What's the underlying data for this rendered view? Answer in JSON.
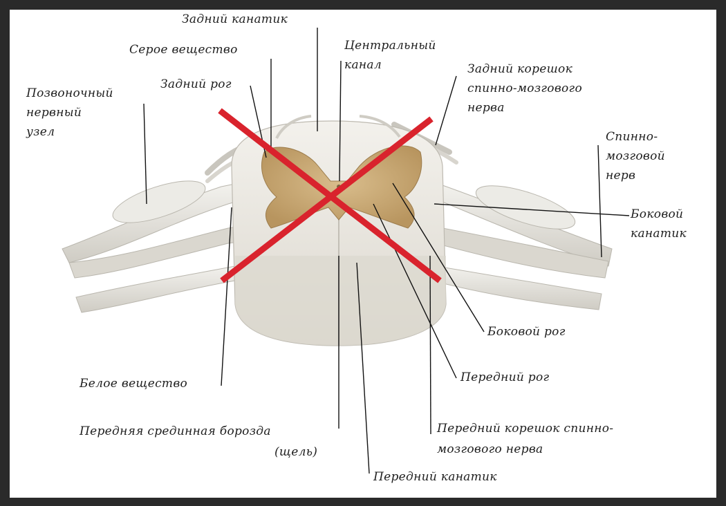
{
  "labels": {
    "posterior_funiculus": "Задний канатик",
    "gray_matter": "Серое вещество",
    "central_canal_l1": "Центральный",
    "central_canal_l2": "канал",
    "posterior_root_l1": "Задний корешок",
    "posterior_root_l2": "спинно-мозгового",
    "posterior_root_l3": "нерва",
    "posterior_horn": "Задний рог",
    "spinal_ganglion_l1": "Позвоночный",
    "spinal_ganglion_l2": "нервный",
    "spinal_ganglion_l3": "узел",
    "spinal_nerve_l1": "Спинно-",
    "spinal_nerve_l2": "мозговой",
    "spinal_nerve_l3": "нерв",
    "lateral_funiculus_l1": "Боковой",
    "lateral_funiculus_l2": "канатик",
    "lateral_horn": "Боковой рог",
    "anterior_horn": "Передний рог",
    "white_matter": "Белое вещество",
    "anterior_fissure_l1": "Передняя срединная борозда",
    "anterior_fissure_l2": "(щель)",
    "anterior_root_l1": "Передний корешок спинно-",
    "anterior_root_l2": "мозгового нерва",
    "anterior_funiculus": "Передний канатик"
  },
  "colors": {
    "frame": "#2a2a2a",
    "paper": "#ffffff",
    "gray_matter": "#c8a877",
    "white_matter": "#eae7df",
    "nerve": "#e4e2dc",
    "leader": "#111111",
    "cross": "#d9232d"
  },
  "overlay": {
    "type": "red-cross"
  }
}
